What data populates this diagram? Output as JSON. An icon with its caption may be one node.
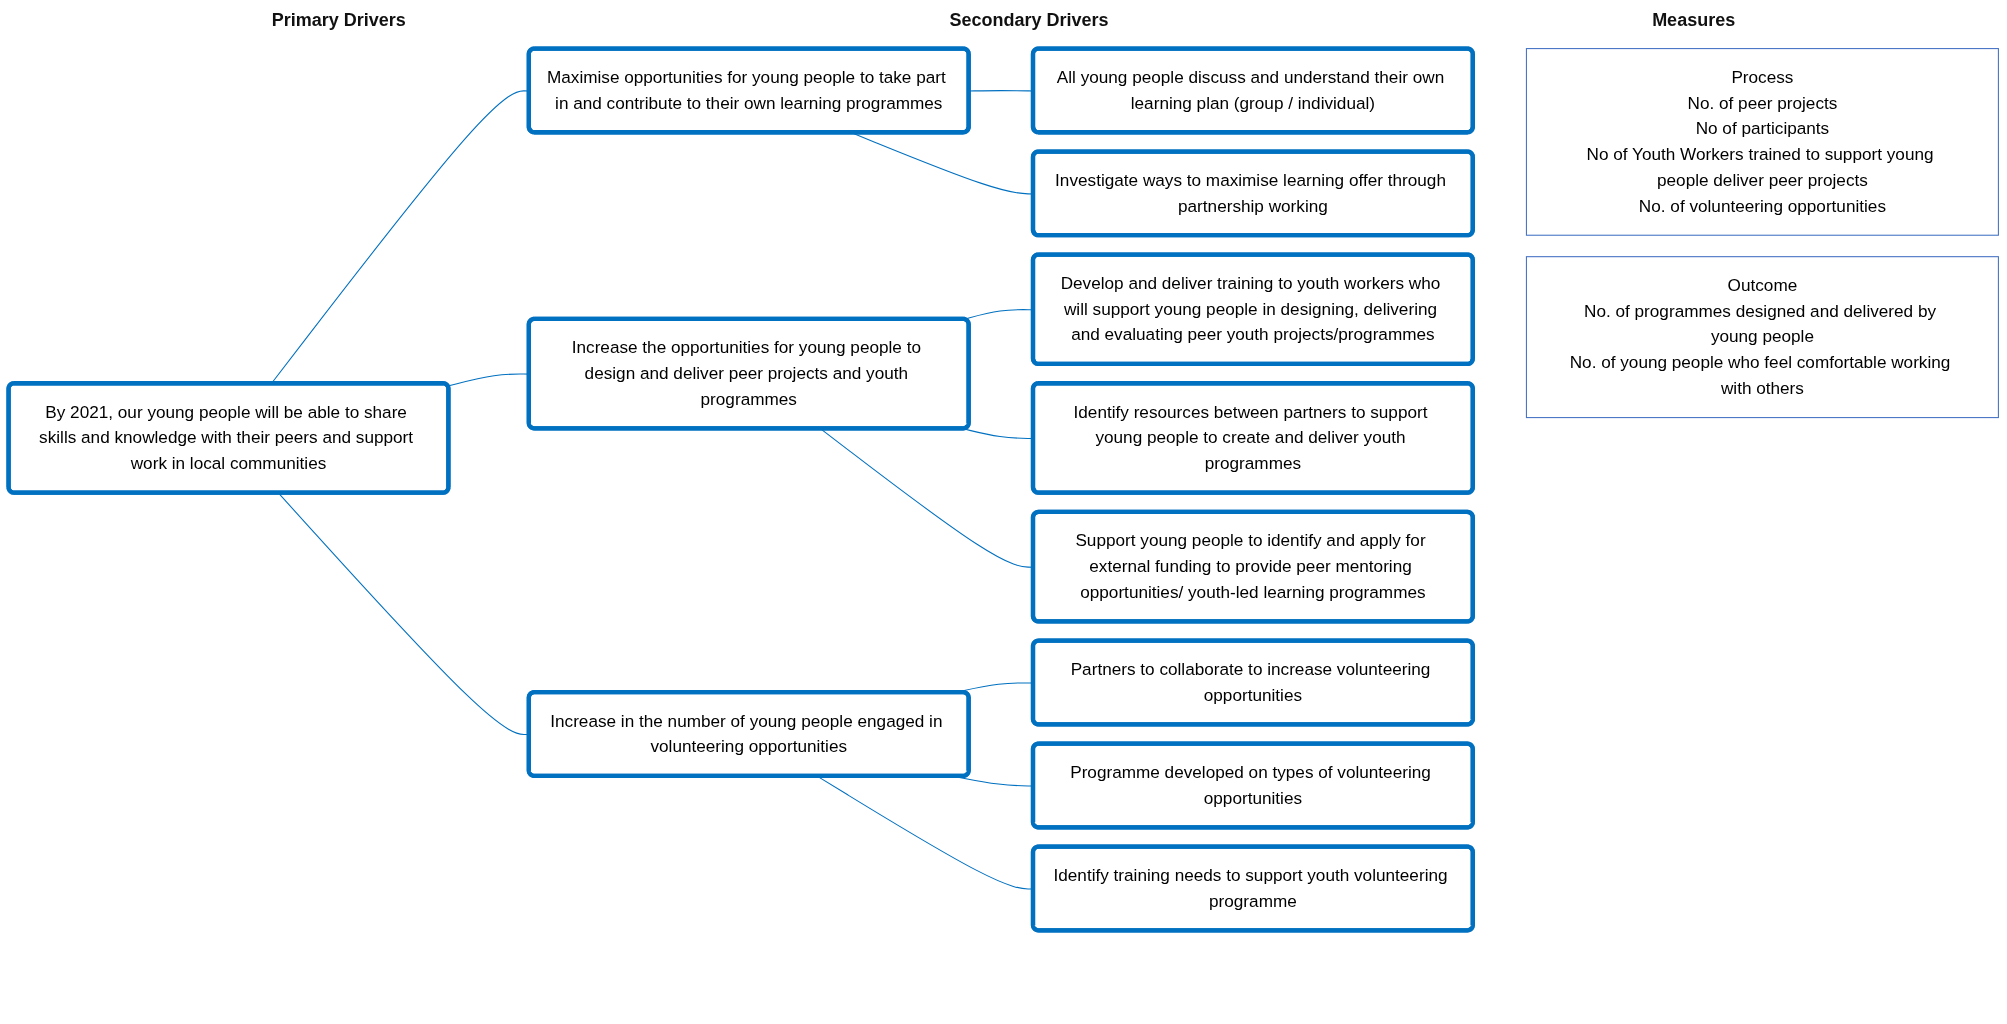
{
  "diagram": {
    "nodes": [
      {
        "text": [
          "By 2021, our young people will be able to share skills and knowledge with their peers and support work in local communities"
        ]
      },
      {
        "text": [
          "Maximise opportunities for young people to take part in and contribute to their own learning programmes"
        ]
      },
      {
        "text": [
          "All young people discuss and understand their own learning plan (group / individual)"
        ]
      },
      {
        "text": [
          "Investigate ways to maximise learning offer through partnership working"
        ]
      },
      {
        "text": [
          "Increase the opportunities for young people to design and deliver peer projects and youth programmes"
        ]
      },
      {
        "text": [
          "Develop and deliver training to youth workers who will support young people in designing, delivering and evaluating peer youth projects/programmes"
        ]
      },
      {
        "text": [
          "Identify resources between partners to support young people to create and deliver youth programmes"
        ]
      },
      {
        "text": [
          "Support young people to identify and apply for external funding to provide peer mentoring opportunities/ youth-led learning programmes"
        ]
      },
      {
        "text": [
          "Increase in the number of young people engaged in volunteering opportunities"
        ]
      },
      {
        "text": [
          "Partners to collaborate to increase volunteering opportunities"
        ]
      },
      {
        "text": [
          "Programme developed on types of volunteering opportunities"
        ]
      },
      {
        "text": [
          "Identify training needs to support youth volunteering programme"
        ]
      },
      {
        "text": [
          "Process",
          "No. of peer projects",
          "No of participants",
          "No of Youth Workers trained to support young people deliver peer projects",
          "No. of volunteering opportunities"
        ]
      },
      {
        "text": [
          "Outcome",
          "No. of programmes designed and delivered by young people",
          "No. of young people who feel comfortable working with others"
        ]
      }
    ],
    "edges": [
      {
        "from": 0,
        "to": 1,
        "arrow": "none"
      },
      {
        "from": 0,
        "to": 4,
        "arrow": "none"
      },
      {
        "from": 0,
        "to": 8,
        "arrow": "none"
      },
      {
        "from": 1,
        "to": 2,
        "arrow": "none"
      },
      {
        "from": 1,
        "to": 3,
        "arrow": "none"
      },
      {
        "from": 4,
        "to": 5,
        "arrow": "none"
      },
      {
        "from": 4,
        "to": 6,
        "arrow": "none"
      },
      {
        "from": 4,
        "to": 7,
        "arrow": "none"
      },
      {
        "from": 8,
        "to": 9,
        "arrow": "none"
      },
      {
        "from": 8,
        "to": 10,
        "arrow": "none"
      },
      {
        "from": 8,
        "to": 11,
        "arrow": "none"
      }
    ],
    "labels": [
      "Primary Drivers",
      "Secondary Drivers",
      "Measures"
    ]
  }
}
